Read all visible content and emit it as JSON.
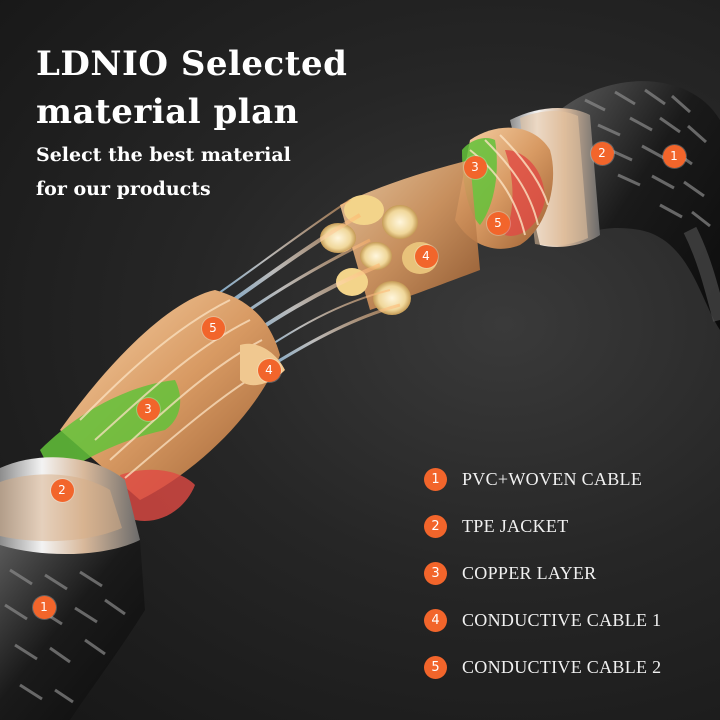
{
  "headline": {
    "line1": "LDNIO Selected",
    "line2": "material plan"
  },
  "subheadline": {
    "line1": "Select the best material",
    "line2": "for our products"
  },
  "legend": [
    {
      "number": "1",
      "label": "PVC+WOVEN CABLE"
    },
    {
      "number": "2",
      "label": "TPE JACKET"
    },
    {
      "number": "3",
      "label": "COPPER LAYER"
    },
    {
      "number": "4",
      "label": "CONDUCTIVE CABLE 1"
    },
    {
      "number": "5",
      "label": "CONDUCTIVE CABLE 2"
    }
  ],
  "callouts": {
    "upper": [
      "1",
      "2",
      "3",
      "4",
      "5"
    ],
    "lower": [
      "1",
      "2",
      "3",
      "4",
      "5"
    ]
  },
  "colors": {
    "accent": "#f2652b",
    "background": "#262626",
    "copper": "#d89a63",
    "green_layer": "#63c23a",
    "red_strand": "#e04a43"
  }
}
